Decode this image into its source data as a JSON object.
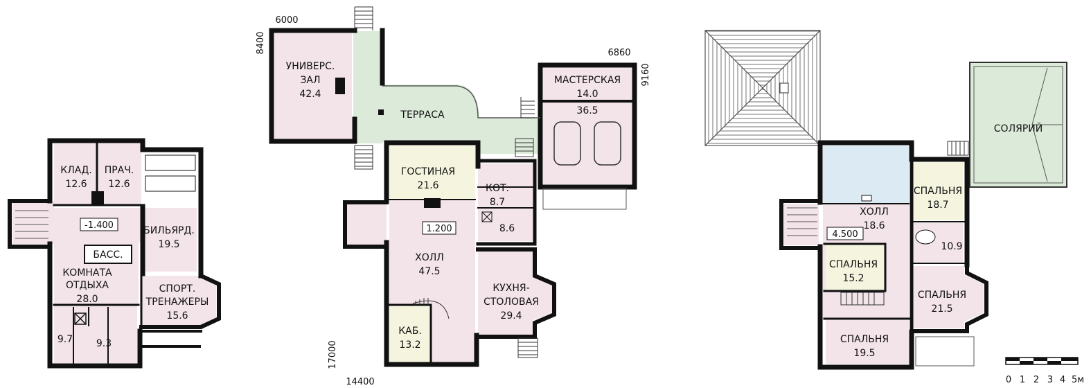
{
  "colors": {
    "wall": "#111111",
    "room_pink": "#f3e4ea",
    "room_yellow": "#f5f5df",
    "terrace_green": "#dcebd9",
    "pool_blue": "#dcebf3"
  },
  "basement": {
    "level": "-1.400",
    "rooms": [
      {
        "name": "КЛАД.",
        "area": "12.6"
      },
      {
        "name": "ПРАЧ.",
        "area": "12.6"
      },
      {
        "name": "БИЛЬЯРД.",
        "area": "19.5"
      },
      {
        "name": "БАСС."
      },
      {
        "name": "КОМНАТА",
        "name2": "ОТДЫХА",
        "area": "28.0"
      },
      {
        "name": "СПОРТ.",
        "name2": "ТРЕНАЖЕРЫ",
        "area": "15.6"
      },
      {
        "area": "9.7"
      },
      {
        "area": "9.3"
      }
    ]
  },
  "ground": {
    "level": "1.200",
    "dims": {
      "top": "6000",
      "left": "8400",
      "right_label": "6860",
      "right_vertical": "9160",
      "bottom": "14400",
      "bottom_vertical": "17000"
    },
    "rooms": [
      {
        "name": "УНИВЕРС.",
        "name2": "ЗАЛ",
        "area": "42.4"
      },
      {
        "name": "ТЕРРАСА"
      },
      {
        "name": "МАСТЕРСКАЯ",
        "area": "14.0"
      },
      {
        "area": "36.5"
      },
      {
        "name": "ГОСТИНАЯ",
        "area": "21.6"
      },
      {
        "name": "КОТ.",
        "area": "8.7"
      },
      {
        "area": "8.6"
      },
      {
        "name": "ХОЛЛ",
        "area": "47.5"
      },
      {
        "name": "КУХНЯ-",
        "name2": "СТОЛОВАЯ",
        "area": "29.4"
      },
      {
        "name": "КАБ.",
        "area": "13.2"
      }
    ]
  },
  "upper": {
    "level": "4.500",
    "rooms": [
      {
        "name": "СОЛЯРИЙ"
      },
      {
        "name": "ХОЛЛ",
        "area": "18.6"
      },
      {
        "name": "СПАЛЬНЯ",
        "area": "18.7"
      },
      {
        "area": "10.9"
      },
      {
        "name": "СПАЛЬНЯ",
        "area": "15.2"
      },
      {
        "name": "СПАЛЬНЯ",
        "area": "21.5"
      },
      {
        "name": "СПАЛЬНЯ",
        "area": "19.5"
      }
    ]
  },
  "scale": {
    "labels": [
      "0",
      "1",
      "2",
      "3",
      "4",
      "5м"
    ]
  }
}
